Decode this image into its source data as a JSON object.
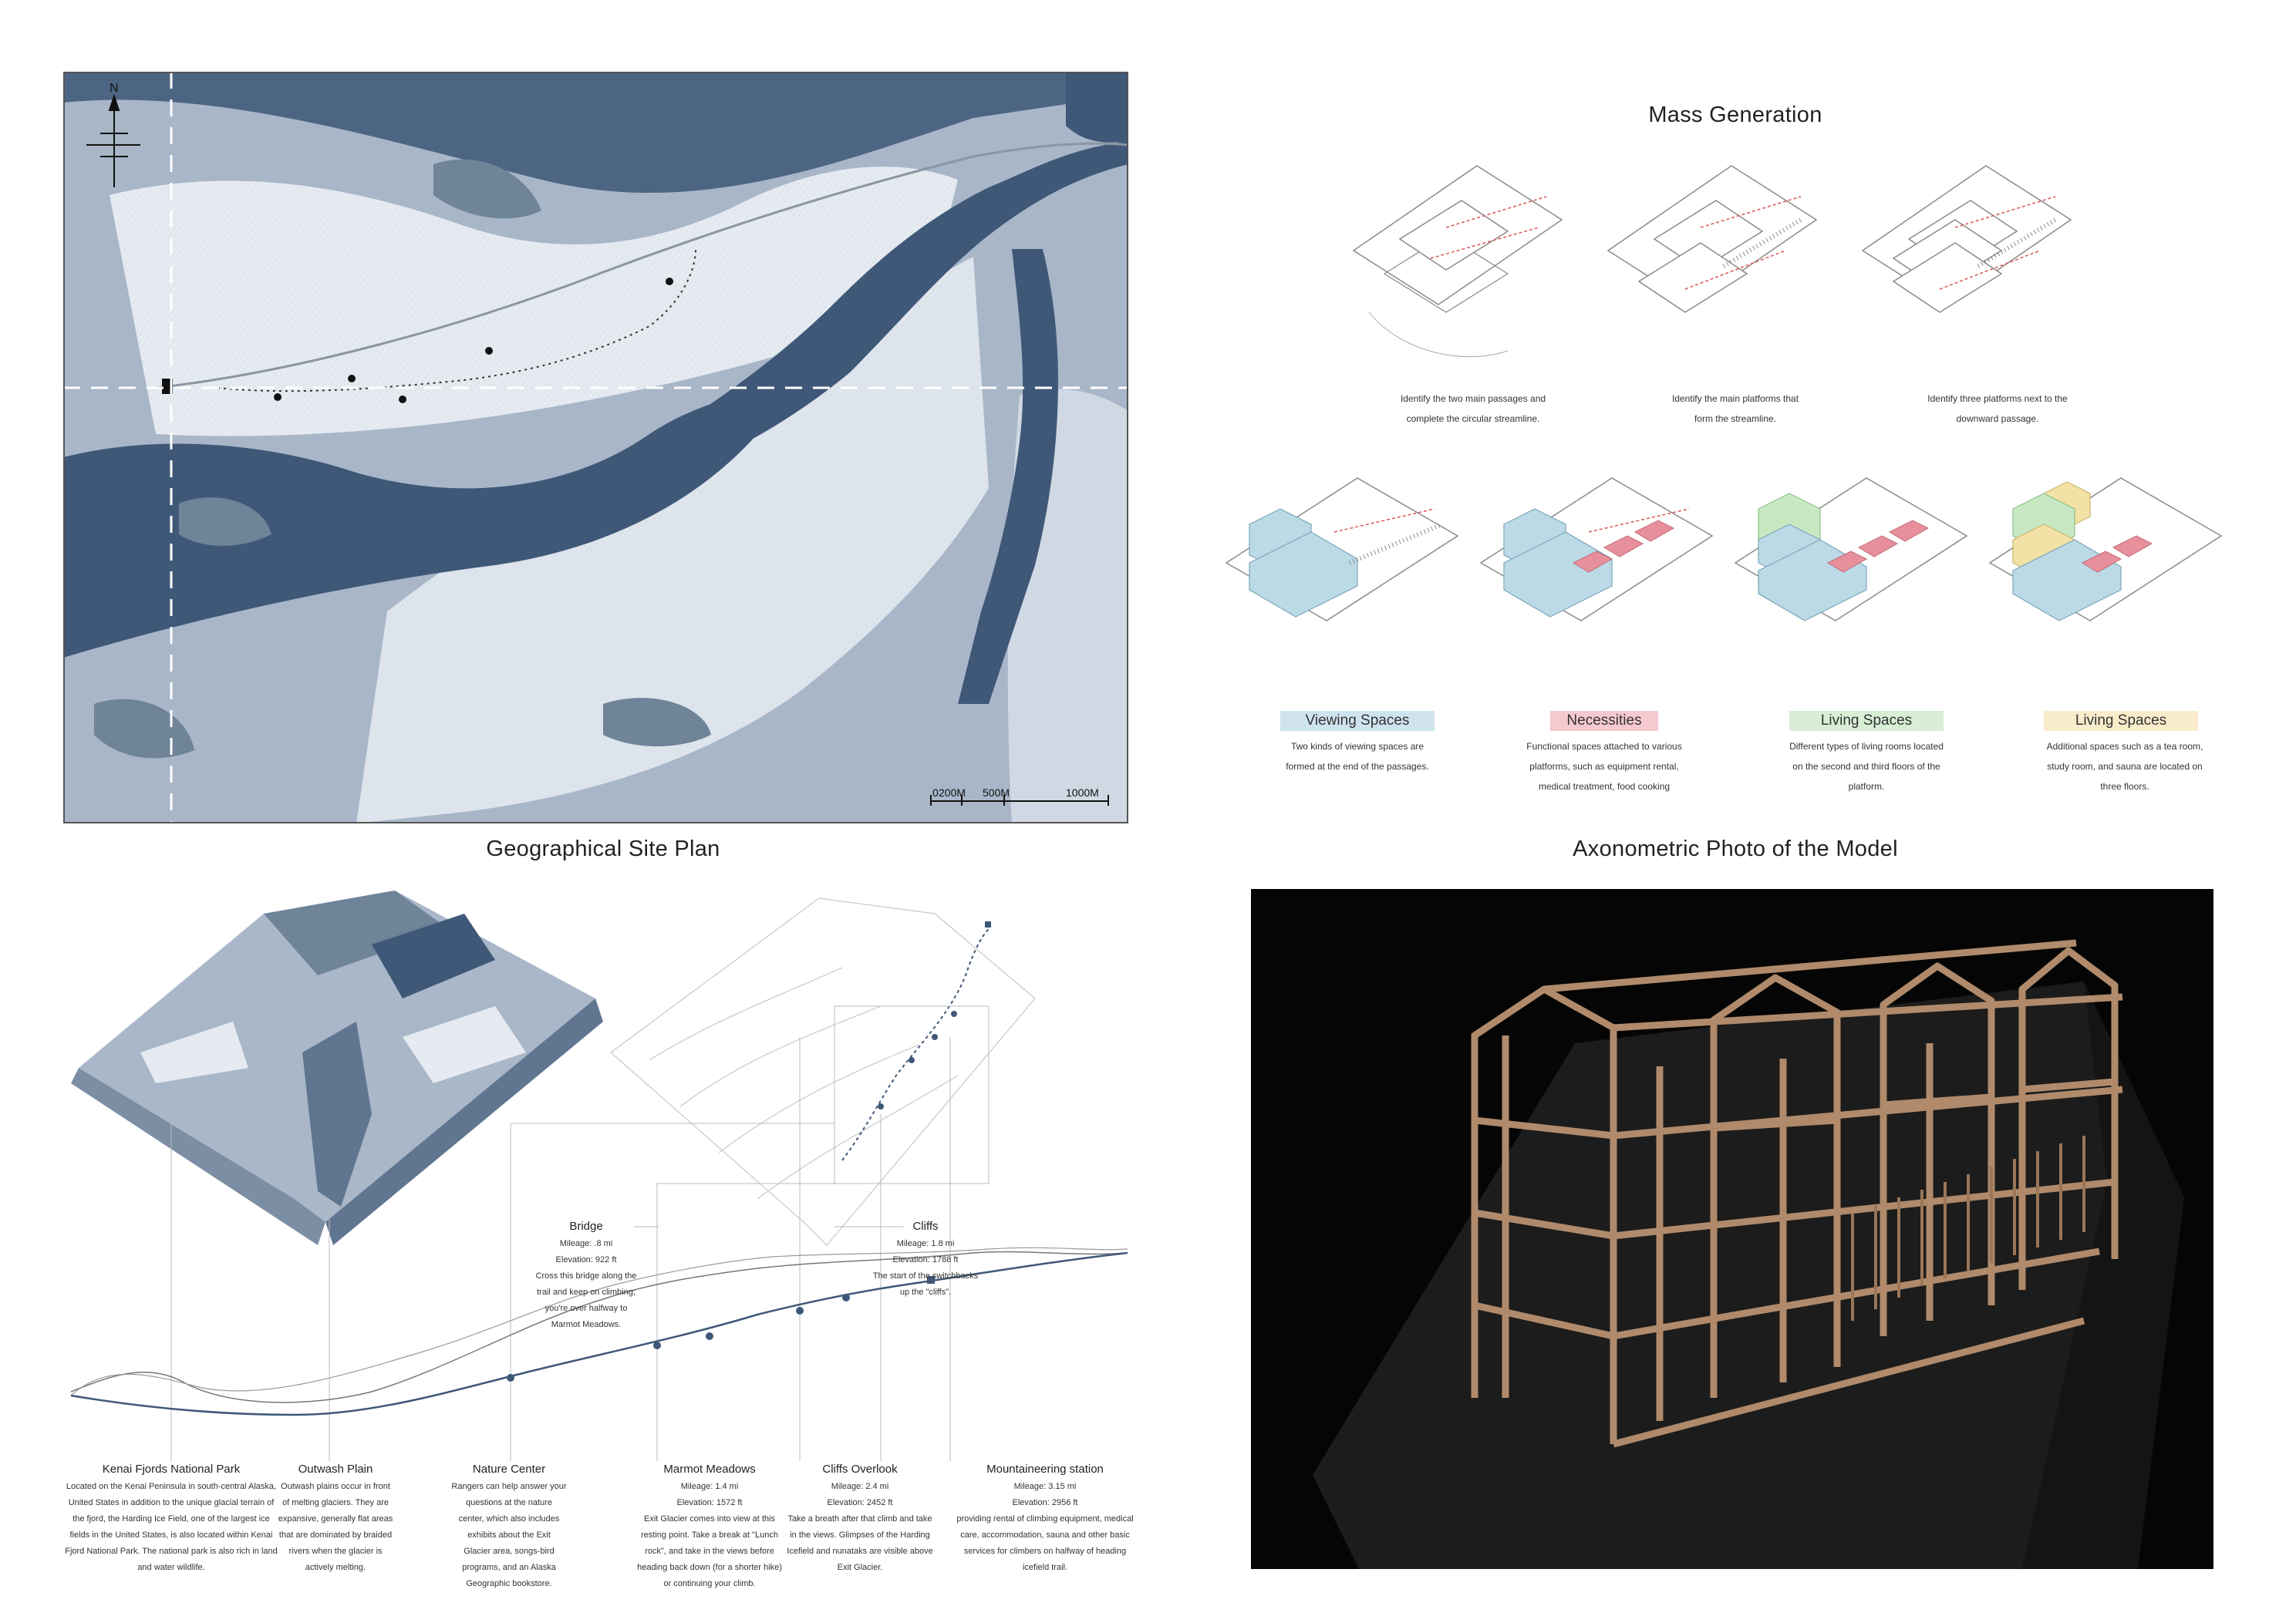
{
  "site_plan": {
    "title": "Geographical Site Plan",
    "north_label": "N",
    "scale_labels": [
      "0",
      "200M",
      "500M",
      "1000M"
    ],
    "colors": {
      "water": "#3f5878",
      "snow": "#eef1f5",
      "terrain": "#a9b7c9",
      "terrain_dark": "#5f7590"
    }
  },
  "mass_generation": {
    "title": "Mass Generation",
    "steps": [
      {
        "desc_line1": "Identify the two main passages and",
        "desc_line2": "complete the circular streamline."
      },
      {
        "desc_line1": "Identify the main platforms that",
        "desc_line2": "form the streamline."
      },
      {
        "desc_line1": "Identify three platforms next to the",
        "desc_line2": "downward passage."
      }
    ],
    "programs": [
      {
        "label": "Viewing Spaces",
        "color": "#cfe4ef",
        "lines": [
          "Two kinds of viewing spaces are",
          "formed at the end of the passages."
        ]
      },
      {
        "label": "Necessities",
        "color": "#f5c9cf",
        "lines": [
          "Functional spaces attached to various",
          "platforms, such as equipment rental,",
          "medical treatment, food cooking"
        ]
      },
      {
        "label": "Living Spaces",
        "color": "#d8efd6",
        "lines": [
          "Different types of living rooms located",
          "on the second and third floors of the",
          "platform."
        ]
      },
      {
        "label": "Living Spaces",
        "color": "#f8eccb",
        "lines": [
          "Additional spaces such as a tea room,",
          "study room, and sauna are located on",
          "three floors."
        ]
      }
    ],
    "colors": {
      "viewing": "#bcd9e6",
      "necessity": "#e7909c",
      "living": "#c8e8c4",
      "extra": "#f3e2a5",
      "line": "#8a8a8a",
      "path": "#d95555"
    }
  },
  "model_photo": {
    "title": "Axonometric Photo of the Model",
    "colors": {
      "background": "#050505",
      "base": "#1e1e1e",
      "frame": "#b08a6a"
    }
  },
  "trail": {
    "callouts": [
      {
        "name": "Bridge",
        "lines": [
          "Mileage: .8 mi",
          "Elevation: 922 ft",
          "Cross this bridge along the",
          "trail and keep on climbing;",
          "you're over halfway to",
          "Marmot Meadows."
        ]
      },
      {
        "name": "Cliffs",
        "lines": [
          "Mileage: 1.8 mi",
          "Elevation: 1788 ft",
          "The start of the switchbacks",
          "up the \"cliffs\"."
        ]
      }
    ],
    "stops": [
      {
        "name": "Kenai Fjords National Park",
        "lines": [
          "Located on the Kenai Peninsula in south-central Alaska,",
          "United States in addition to the unique glacial terrain of",
          "the fjord, the Harding Ice Field, one of the largest ice",
          "fields in the United States, is also located within Kenai",
          "Fjord National Park. The national park is also rich in land",
          "and water wildlife."
        ]
      },
      {
        "name": "Outwash Plain",
        "lines": [
          "Outwash plains occur in front",
          "of melting glaciers. They are",
          "expansive, generally flat areas",
          "that are dominated by braided",
          "rivers when the glacier is",
          "actively melting."
        ]
      },
      {
        "name": "Nature Center",
        "lines": [
          "Rangers can help answer your",
          "questions at the nature",
          "center, which also includes",
          "exhibits about the Exit",
          "Glacier area, songs-bird",
          "programs, and an Alaska",
          "Geographic bookstore."
        ]
      },
      {
        "name": "Marmot Meadows",
        "lines": [
          "Mileage: 1.4 mi",
          "Elevation: 1572 ft",
          "Exit Glacier comes into view at this",
          "resting point. Take a break at \"Lunch",
          "rock\", and take in the views before",
          "heading back down (for a shorter hike)",
          "or continuing your climb."
        ]
      },
      {
        "name": "Cliffs Overlook",
        "lines": [
          "Mileage: 2.4 mi",
          "Elevation: 2452 ft",
          "Take a breath after that climb and take",
          "in the views. Glimpses of the Harding",
          "Icefield and nunataks are visible above",
          "Exit Glacier."
        ]
      },
      {
        "name": "Mountaineering station",
        "lines": [
          "Mileage: 3.15 mi",
          "Elevation: 2956 ft",
          "providing rental of climbing equipment, medical",
          "care, accommodation, sauna and other basic",
          "services for climbers on halfway of heading",
          "icefield trail."
        ]
      }
    ]
  }
}
